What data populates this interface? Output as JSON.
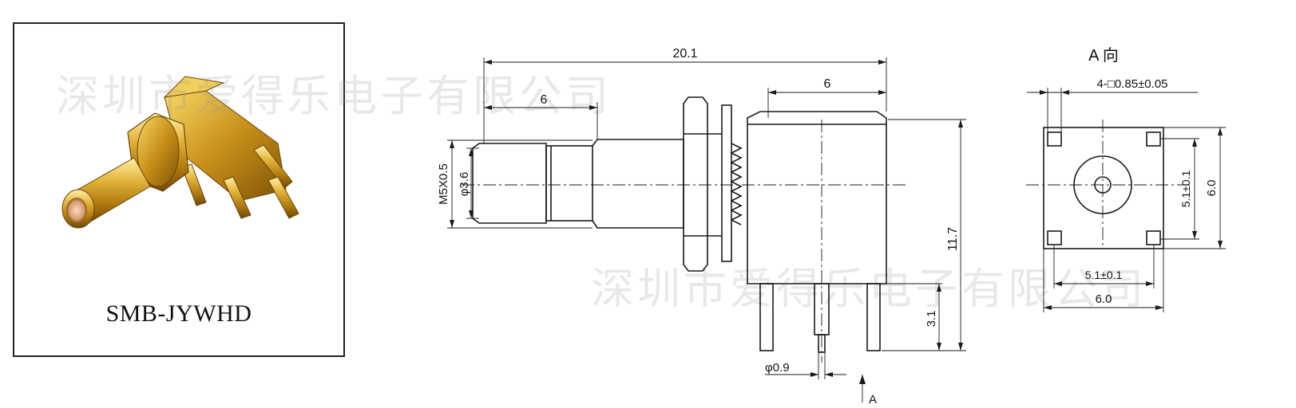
{
  "product": {
    "model": "SMB-JYWHD",
    "watermark": "深圳市爱得乐电子有限公司"
  },
  "side_view": {
    "overall_length": "20.1",
    "plug_length": "6",
    "body_width": "6",
    "thread": "M5X0.5",
    "pin_diameter": "φ3.6",
    "overall_height": "11.7",
    "pin_length": "3.1",
    "leg_diameter": "φ0.9",
    "view_marker": "A"
  },
  "view_a": {
    "title": "A 向",
    "square_pins": "4-□0.85±0.05",
    "pitch_vertical": "5.1±0.1",
    "height": "6.0",
    "pitch_horizontal": "5.1±0.1",
    "width": "6.0"
  },
  "colors": {
    "gold": "#d9a520",
    "line": "#1a1a1a",
    "watermark": "#bcbcbc"
  }
}
